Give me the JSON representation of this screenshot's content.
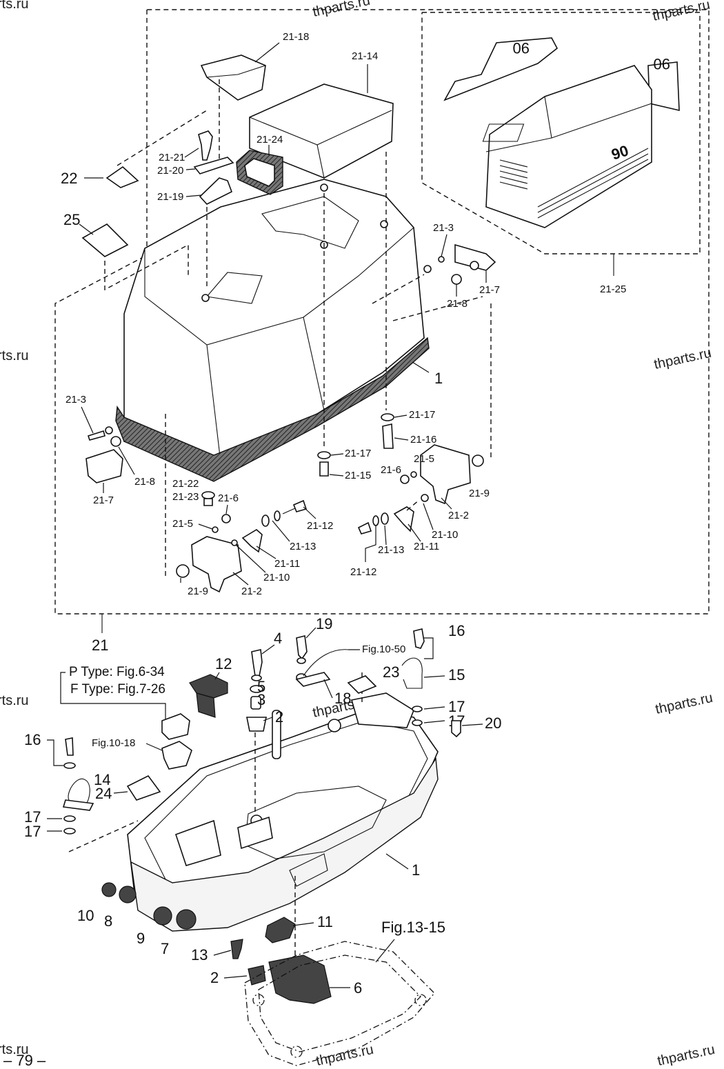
{
  "page_number": "– 79 –",
  "watermark": "thparts.ru",
  "watermark_partial": "rts.ru",
  "top_assembly": {
    "ref": "21",
    "decal_set_ref": "21-25",
    "decal_text": "90",
    "callouts": {
      "c21_18": "21-18",
      "c21_14": "21-14",
      "c21_24": "21-24",
      "c21_21": "21-21",
      "c21_20": "21-20",
      "c21_19": "21-19",
      "c22": "22",
      "c25": "25",
      "c21_3a": "21-3",
      "c21_7a": "21-7",
      "c21_8a": "21-8",
      "c1a": "1",
      "c21_3b": "21-3",
      "c21_8b": "21-8",
      "c21_7b": "21-7",
      "c21_17a": "21-17",
      "c21_16": "21-16",
      "c21_17b": "21-17",
      "c21_15": "21-15",
      "c21_5a": "21-5",
      "c21_6a": "21-6",
      "c21_9a": "21-9",
      "c21_2a": "21-2",
      "c21_22": "21-22",
      "c21_23": "21-23",
      "c21_6b": "21-6",
      "c21_5b": "21-5",
      "c21_12a": "21-12",
      "c21_13a": "21-13",
      "c21_11a": "21-11",
      "c21_10a": "21-10",
      "c21_9b": "21-9",
      "c21_2b": "21-2",
      "c21_12b": "21-12",
      "c21_13b": "21-13",
      "c21_11b": "21-11",
      "c21_10b": "21-10"
    }
  },
  "bottom_assembly": {
    "callouts": {
      "c19": "19",
      "c4": "4",
      "c16a": "16",
      "c12": "12",
      "c5": "5",
      "c3": "3",
      "c2a": "2",
      "c18": "18",
      "c23": "23",
      "c15": "15",
      "c17a": "17",
      "c17b": "17",
      "c16b": "16",
      "c14": "14",
      "c24": "24",
      "c17c": "17",
      "c17d": "17",
      "c20": "20",
      "c1b": "1",
      "c10": "10",
      "c8": "8",
      "c9": "9",
      "c7": "7",
      "c11": "11",
      "c13": "13",
      "c2b": "2",
      "c6": "6"
    },
    "references": {
      "fig10_50": "Fig.10-50",
      "fig10_18": "Fig.10-18",
      "fig13_15": "Fig.13-15",
      "p_type": "P Type: Fig.6-34",
      "f_type": "F Type: Fig.7-26"
    }
  }
}
